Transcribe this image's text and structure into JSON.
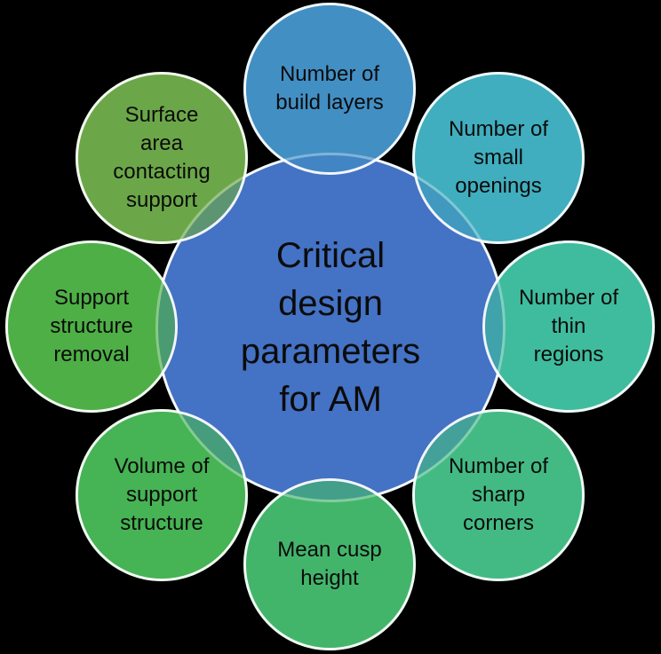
{
  "diagram": {
    "title": "Critical design parameters for AM",
    "background_color": "#000000",
    "ring_color": "#FFFFFF",
    "text_color": "#0B0B0B",
    "center": {
      "label": "Critical\ndesign\nparameters\nfor AM",
      "color": "#4472C4"
    },
    "circles": [
      {
        "id": "build-layers",
        "position": "top",
        "label": "Number of\nbuild layers",
        "color": "#428FC4"
      },
      {
        "id": "small-openings",
        "position": "top-right",
        "label": "Number of\nsmall\nopenings",
        "color": "#40AEBE"
      },
      {
        "id": "thin-regions",
        "position": "right",
        "label": "Number of\nthin\nregions",
        "color": "#3FBC9E"
      },
      {
        "id": "sharp-corners",
        "position": "bottom-right",
        "label": "Number of\nsharp\ncorners",
        "color": "#43BA84"
      },
      {
        "id": "mean-cusp-height",
        "position": "bottom",
        "label": "Mean cusp\nheight",
        "color": "#44B66C"
      },
      {
        "id": "volume-of-support",
        "position": "bottom-left",
        "label": "Volume of\nsupport\nstructure",
        "color": "#46B355"
      },
      {
        "id": "support-removal",
        "position": "left",
        "label": "Support\nstructure\nremoval",
        "color": "#4EAF47"
      },
      {
        "id": "surface-contact",
        "position": "top-left",
        "label": "Surface\narea\ncontacting\nsupport",
        "color": "#6CA748"
      }
    ]
  }
}
